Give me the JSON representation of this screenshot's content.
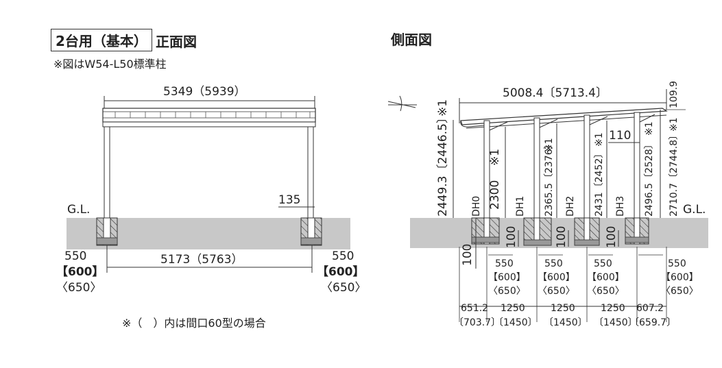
{
  "front": {
    "title_box": "2台用（基本）",
    "title": "正面図",
    "note": "※図はW54-L50標準柱",
    "width_top": "5349（5939）",
    "width_inner": "5173（5763）",
    "post_size": "135",
    "gl": "G.L.",
    "found_left": [
      "550",
      "【600】",
      "〈650〉"
    ],
    "found_right": [
      "550",
      "【600】",
      "〈650〉"
    ],
    "footnote": "※（　）内は間口60型の場合"
  },
  "side": {
    "title": "側面図",
    "width_top": "5008.4〔5713.4〕",
    "roof_rise": "109.9",
    "gl": "G.L.",
    "mark": "※1",
    "h_front": "2449.3〔2446.5〕",
    "h_2300": "2300",
    "dh": [
      "DH0",
      "DH1",
      "DH2",
      "DH3"
    ],
    "heights": [
      "2365.5〔2376〕",
      "2431〔2452〕",
      "2496.5〔2528〕",
      "2710.7〔2744.8〕"
    ],
    "dim_110": "110",
    "depth_100": "100",
    "found": [
      "550",
      "【600】",
      "〈650〉"
    ],
    "spacing_top": [
      "651.2",
      "1250",
      "1250",
      "1250",
      "607.2"
    ],
    "spacing_bottom": [
      "〔703.7〕",
      "〔1450〕",
      "〔1450〕",
      "〔1450〕",
      "〔659.7〕"
    ]
  }
}
